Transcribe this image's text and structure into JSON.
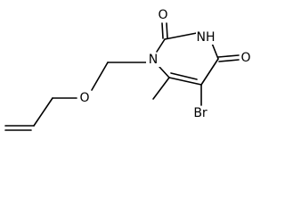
{
  "molecule": {
    "atoms": {
      "o_top": "O",
      "nh": "NH",
      "o_right": "O",
      "n1": "N",
      "o_ether": "O",
      "br": "Br"
    }
  }
}
